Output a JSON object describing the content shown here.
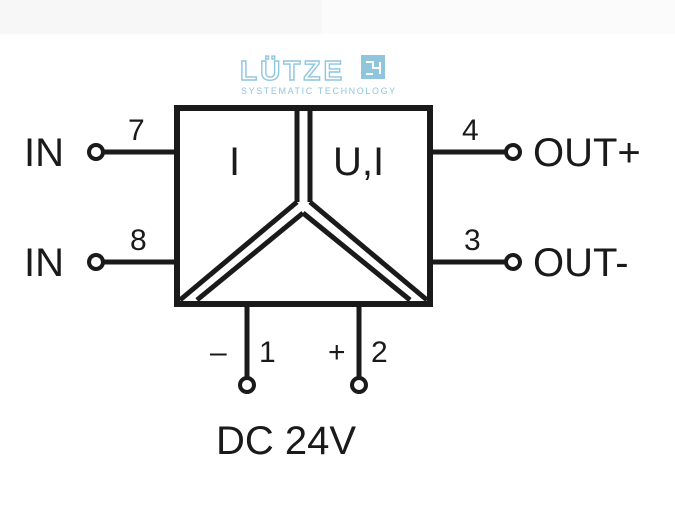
{
  "logo": {
    "word": "LÜTZE",
    "tagline": "SYSTEMATIC TECHNOLOGY"
  },
  "block": {
    "input_symbol": "I",
    "output_symbol": "U,I"
  },
  "terminals": {
    "in_top": {
      "label": "IN",
      "pin": "7"
    },
    "in_bottom": {
      "label": "IN",
      "pin": "8"
    },
    "out_top": {
      "label": "OUT+",
      "pin": "4"
    },
    "out_bottom": {
      "label": "OUT-",
      "pin": "3"
    },
    "supply_minus": {
      "sign": "–",
      "pin": "1"
    },
    "supply_plus": {
      "sign": "+",
      "pin": "2"
    }
  },
  "supply_label": "DC 24V",
  "colors": {
    "line": "#1a1a1a",
    "logo_accent": "#8fc6de"
  }
}
